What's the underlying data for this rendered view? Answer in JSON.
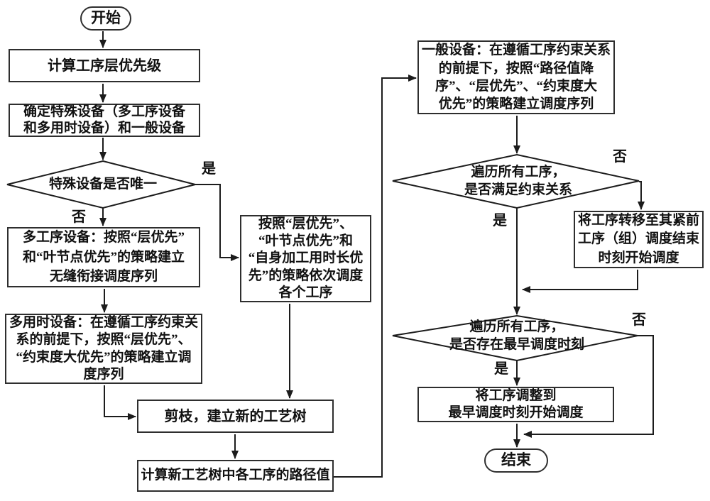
{
  "diagram": {
    "background": "#ffffff",
    "line_color": "#1c1c1c",
    "nodes": {
      "start": {
        "shape": "terminator",
        "text": "开始"
      },
      "calc_layer_priority": {
        "shape": "process",
        "text": "计算工序层优先级"
      },
      "identify_devices": {
        "shape": "process",
        "text": "确定特殊设备（多工序设备\n和多用时设备）和一般设备"
      },
      "special_unique": {
        "shape": "decision",
        "text": "特殊设备是否唯一"
      },
      "multi_process_device": {
        "shape": "process",
        "text": "多工序设备：按照“层优先”\n和“叶节点优先”的策略建立\n无缝衔接调度序列"
      },
      "multi_time_device": {
        "shape": "process",
        "text": "多用时设备：在遵循工序约束关\n系的前提下，按照“层优先”、\n“约束度大优先”的策略建立调\n度序列"
      },
      "schedule_strategy": {
        "shape": "process",
        "text": "按照“层优先”、\n“叶节点优先”和\n“自身加工用时长优\n先”的策略依次调度\n各个工序"
      },
      "prune": {
        "shape": "process",
        "text": "剪枝，建立新的工艺树"
      },
      "calc_path_value": {
        "shape": "process",
        "text": "计算新工艺树中各工序的路径值"
      },
      "general_device": {
        "shape": "process",
        "text": "一般设备：在遵循工序约束关系\n的前提下，按照“路径值降\n序”、“层优先”、“约束度大\n优先”的策略建立调度序列"
      },
      "constraint_check": {
        "shape": "decision",
        "text": "遍历所有工序，\n是否满足约束关系"
      },
      "transfer_process": {
        "shape": "process",
        "text": "将工序转移至其紧前\n工序（组）调度结束\n时刻开始调度"
      },
      "earliest_time_check": {
        "shape": "decision",
        "text": "遍历所有工序，\n是否存在最早调度时刻"
      },
      "adjust_process": {
        "shape": "process",
        "text": "将工序调整到\n最早调度时刻开始调度"
      },
      "end": {
        "shape": "terminator",
        "text": "结束"
      }
    },
    "edge_labels": {
      "special_unique_yes": "是",
      "special_unique_no": "否",
      "constraint_check_no": "否",
      "constraint_check_yes": "是",
      "earliest_time_no": "否",
      "earliest_time_yes": "是"
    }
  }
}
